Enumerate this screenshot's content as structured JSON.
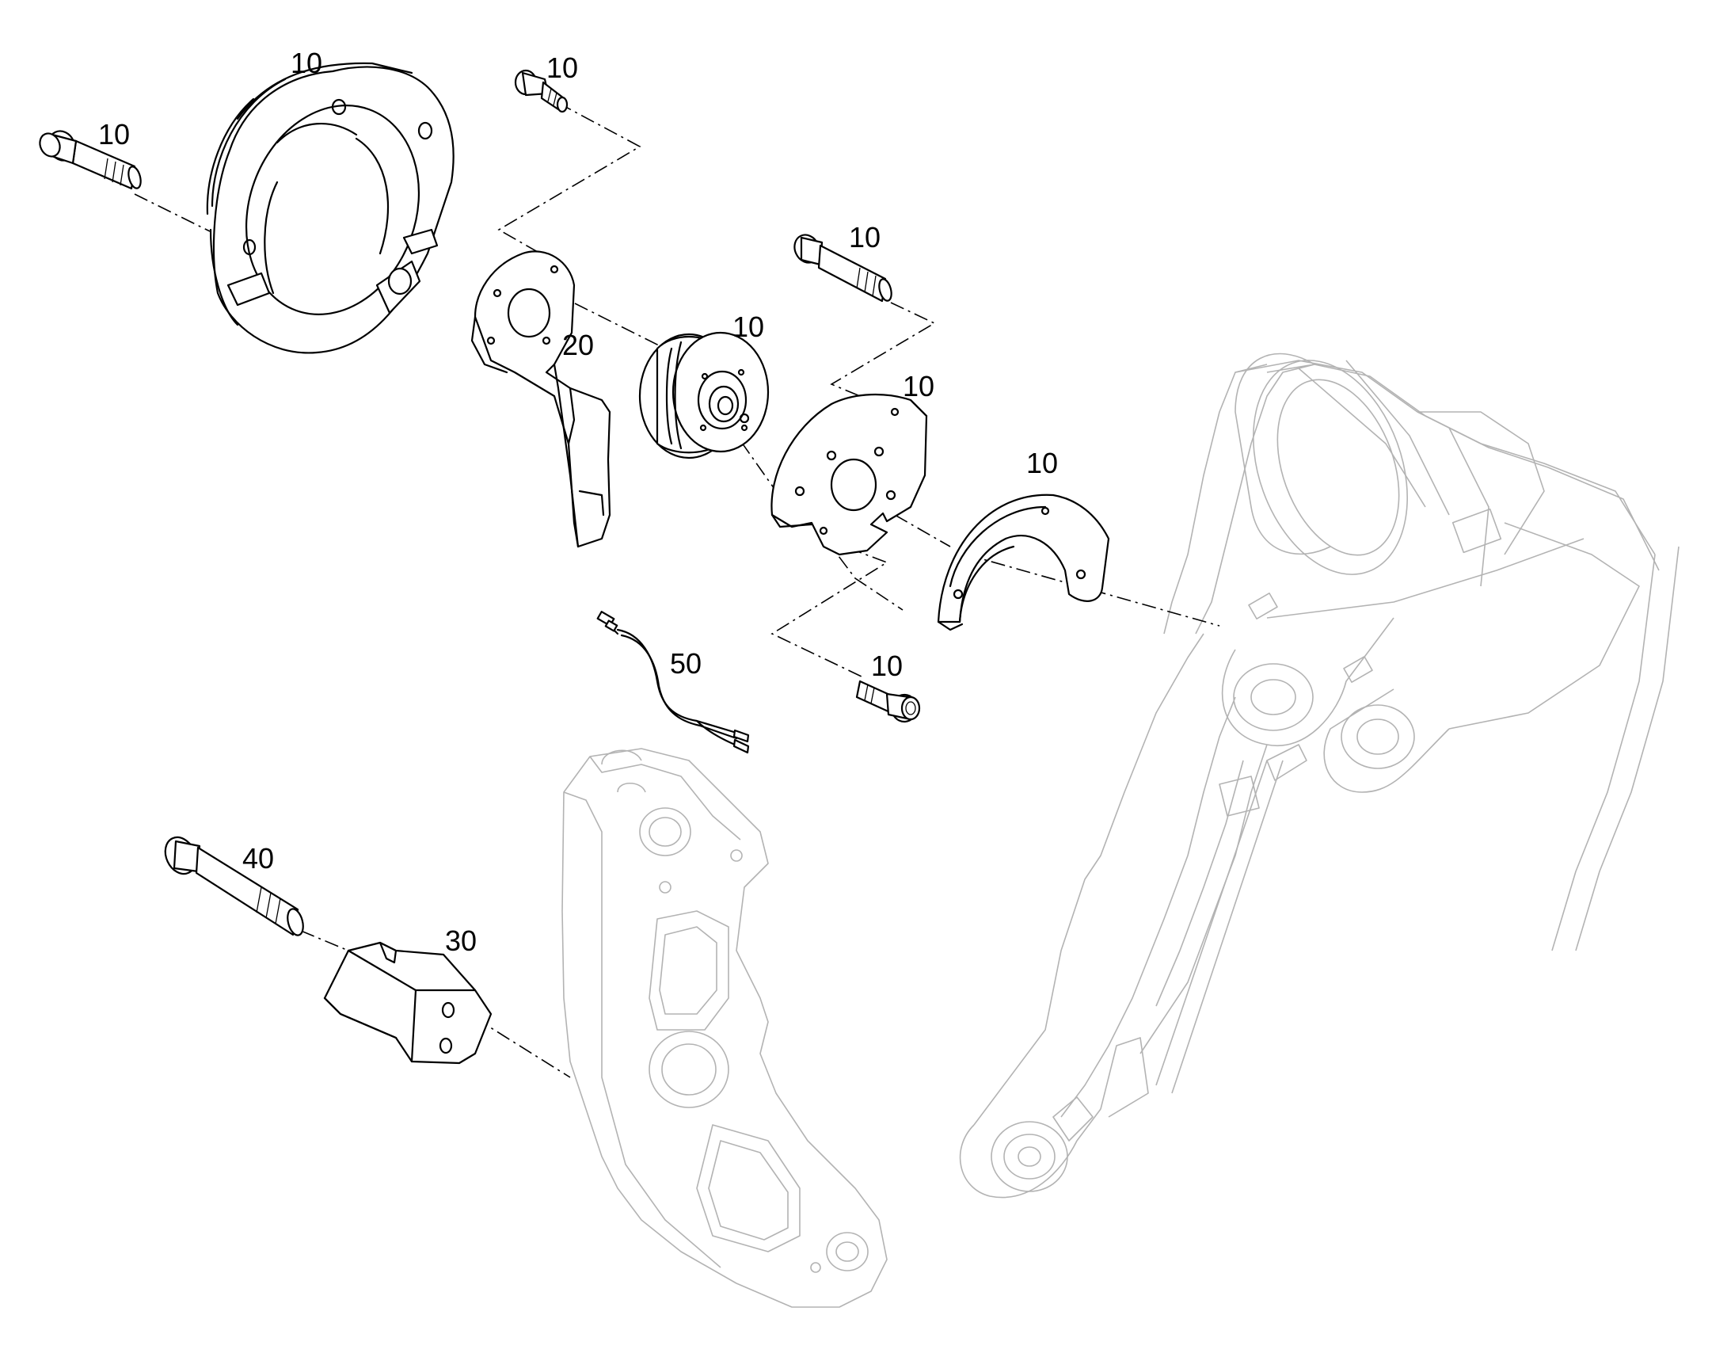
{
  "callouts": {
    "collar_ring": "10",
    "bolt_top": "10",
    "bolt_left": "10",
    "bracket": "20",
    "bearing": "10",
    "bolt_mid": "10",
    "cover_plate": "10",
    "half_shell": "10",
    "bolt_bottom": "10",
    "cable": "50",
    "bolt_long": "40",
    "sensor_block": "30"
  }
}
